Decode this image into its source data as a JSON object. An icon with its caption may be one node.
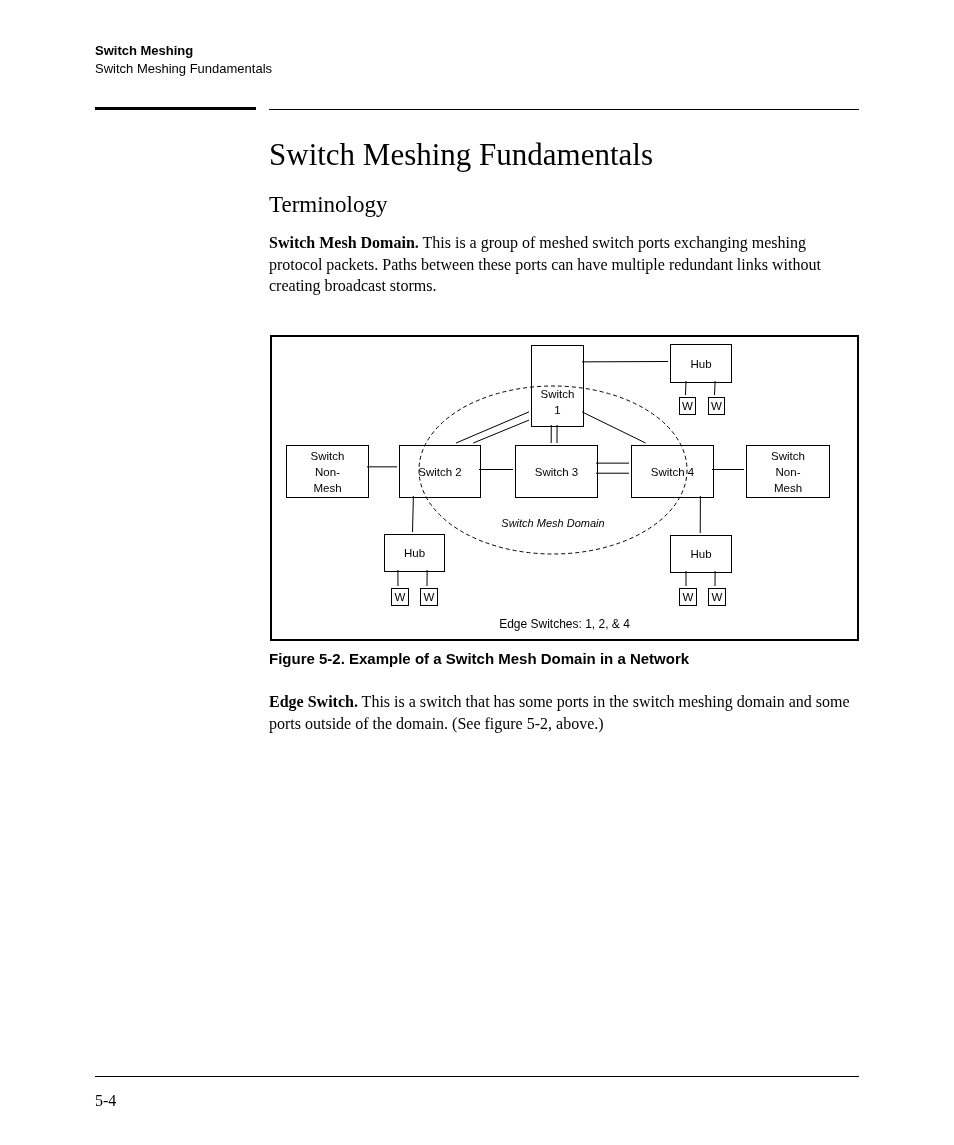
{
  "diagram": {
    "title": "Switch Meshing Fundamentals",
    "caption": "Figure 5-2.  Example of a Switch Mesh Domain in a Network",
    "nodes": [
      {
        "text": [
          "Edge Switches: 1, 2, & 4"
        ]
      },
      {
        "text": [
          "Switch 1"
        ],
        "in": 0
      },
      {
        "text": [
          "Hub"
        ],
        "in": 0
      },
      {
        "text": [
          "W"
        ],
        "in": 0
      },
      {
        "text": [
          "W"
        ],
        "in": 0
      },
      {
        "text": [
          "Switch Non-Mesh"
        ],
        "in": 0
      },
      {
        "text": [
          "Switch 2"
        ],
        "in": 0
      },
      {
        "text": [
          "Switch 3"
        ],
        "in": 0
      },
      {
        "text": [
          "Switch 4"
        ],
        "in": 0
      },
      {
        "text": [
          "Switch Non-Mesh"
        ],
        "in": 0
      },
      {
        "text": [
          "Hub"
        ],
        "in": 0
      },
      {
        "text": [
          "W"
        ],
        "in": 0
      },
      {
        "text": [
          "W"
        ],
        "in": 0
      },
      {
        "text": [
          "Hub"
        ],
        "in": 0
      },
      {
        "text": [
          "W"
        ],
        "in": 0
      },
      {
        "text": [
          "W"
        ],
        "in": 0
      }
    ],
    "edges": [
      {
        "from": 1,
        "to": 2,
        "arrow": "none"
      },
      {
        "from": 2,
        "to": 3,
        "arrow": "none"
      },
      {
        "from": 2,
        "to": 4,
        "arrow": "none"
      },
      {
        "from": 1,
        "to": 6,
        "arrow": "none"
      },
      {
        "from": 1,
        "to": 6,
        "arrow": "none"
      },
      {
        "from": 1,
        "to": 7,
        "arrow": "none"
      },
      {
        "from": 1,
        "to": 7,
        "arrow": "none"
      },
      {
        "from": 1,
        "to": 8,
        "arrow": "none"
      },
      {
        "from": 5,
        "to": 6,
        "arrow": "none"
      },
      {
        "from": 6,
        "to": 7,
        "arrow": "none"
      },
      {
        "from": 7,
        "to": 8,
        "arrow": "none"
      },
      {
        "from": 7,
        "to": 8,
        "arrow": "none"
      },
      {
        "from": 8,
        "to": 9,
        "arrow": "none"
      },
      {
        "from": 6,
        "to": 10,
        "arrow": "none"
      },
      {
        "from": 8,
        "to": 13,
        "arrow": "none"
      },
      {
        "from": 10,
        "to": 11,
        "arrow": "none"
      },
      {
        "from": 10,
        "to": 12,
        "arrow": "none"
      },
      {
        "from": 13,
        "to": 14,
        "arrow": "none"
      },
      {
        "from": 13,
        "to": 15,
        "arrow": "none"
      }
    ],
    "labels": [
      "Switch Meshing",
      "Switch Meshing Fundamentals",
      "Terminology",
      "**Switch Mesh Domain.**  This is a group of meshed switch ports exchanging meshing protocol packets. Paths between these ports can have multiple redundant links without creating broadcast storms.",
      "**Edge Switch.**  This is a switch that has some ports in the switch meshing domain and some ports outside of the domain. (See figure 5-2, above.)",
      "5-4",
      "Switch Mesh Domain"
    ]
  }
}
